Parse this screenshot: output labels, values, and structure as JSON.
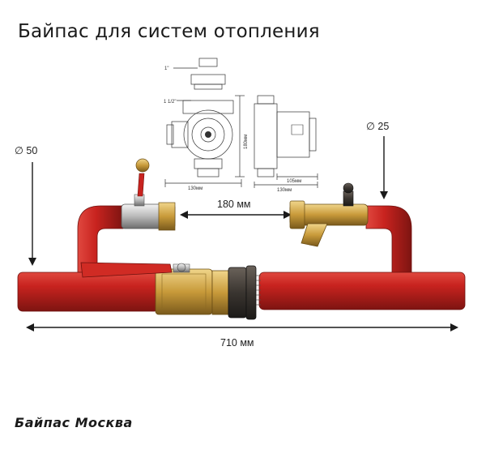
{
  "title": "Байпас для систем отопления",
  "brand": "Байпас Москва",
  "dimensions": {
    "main_diameter": "∅ 50",
    "bypass_diameter": "∅ 25",
    "gap": "180 мм",
    "total_length": "710 мм"
  },
  "pump_drawing": {
    "thread_top": "1\"",
    "thread_body": "1 1/2\"",
    "height": "180мм",
    "width_front": "130мм",
    "width_side_a": "105мм",
    "width_side_b": "130мм"
  },
  "colors": {
    "pipe_red": "#c8231f",
    "brass": "#c89a3a",
    "dark_fitting": "#3a3530"
  }
}
